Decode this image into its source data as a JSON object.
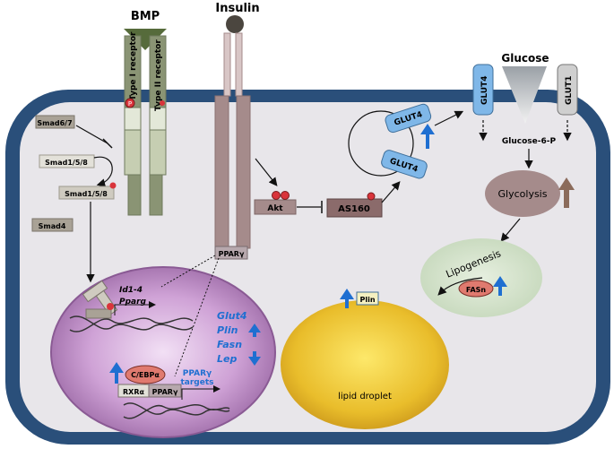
{
  "title": {
    "bmp": "BMP",
    "insulin": "Insulin",
    "glucose": "Glucose"
  },
  "receptors": {
    "type1": "Type I receptor",
    "type2": "Type II receptor",
    "glut4_membrane": "GLUT4",
    "glut1": "GLUT1"
  },
  "smads": {
    "smad67": "Smad6/7",
    "smad158_a": "Smad1/5/8",
    "smad158_b": "Smad1/5/8",
    "smad4": "Smad4"
  },
  "phospho": "P",
  "signaling": {
    "akt": "Akt",
    "as160": "AS160",
    "glut4_vesicle_a": "GLUT4",
    "glut4_vesicle_b": "GLUT4"
  },
  "metabolism": {
    "g6p": "Glucose-6-P",
    "glycolysis": "Glycolysis",
    "lipogenesis": "Lipogenesis",
    "fasn": "FASn"
  },
  "nucleus": {
    "pparg_cyto": "PPARγ",
    "target_id1": "Id1-4",
    "target_pparg": "Pparg",
    "genes": [
      "Glut4",
      "Plin",
      "Fasn"
    ],
    "lep": "Lep",
    "cebpa": "C/EBPα",
    "rxra": "RXRα",
    "pparg_nuc": "PPARγ",
    "targets_line1": "PPARγ",
    "targets_line2": "targets"
  },
  "droplet": {
    "plin": "Plin",
    "label": "lipid droplet"
  },
  "colors": {
    "membrane": "#2a4f7a",
    "cytoplasm": "#e8e6ea",
    "receptor_bmp": "#8a9474",
    "receptor_insulin": "#a58b8b",
    "glut": "#7fb7e8",
    "up_arrow": "#1f6fd1",
    "nucleus": "#b98cc4",
    "droplet": "#f0c936"
  }
}
